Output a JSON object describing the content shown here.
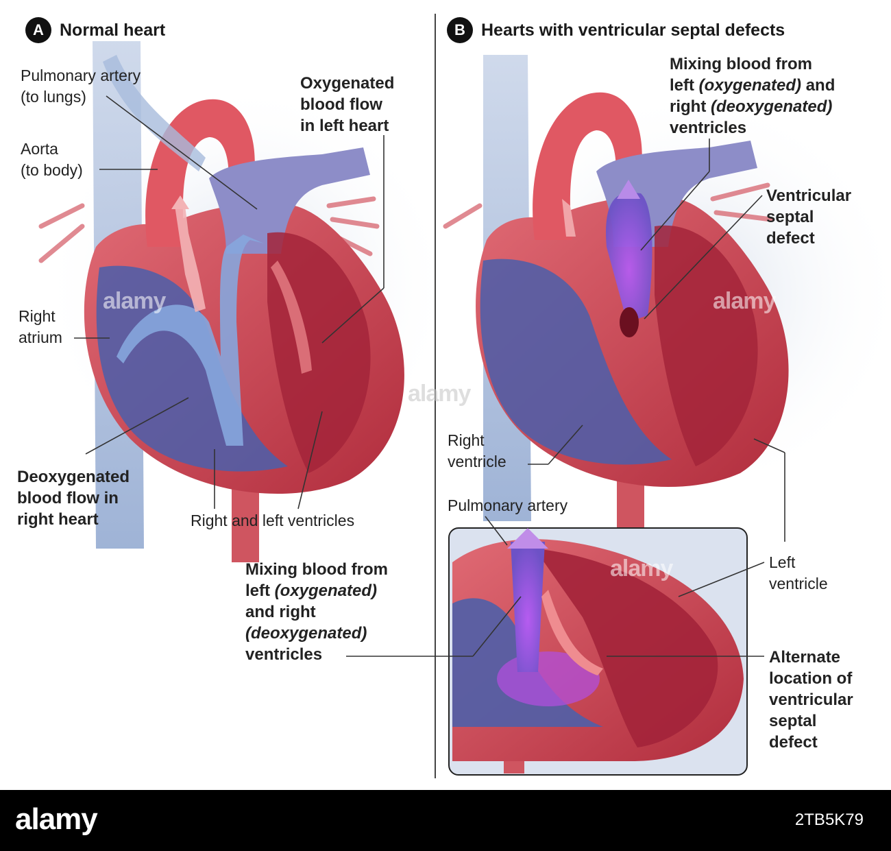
{
  "panel_a": {
    "badge": "A",
    "title": "Normal heart",
    "labels": {
      "pulmonary_artery": [
        "Pulmonary artery",
        "(to lungs)"
      ],
      "aorta": [
        "Aorta",
        "(to body)"
      ],
      "right_atrium": [
        "Right",
        "atrium"
      ],
      "oxygenated": [
        "Oxygenated",
        "blood flow",
        "in left heart"
      ],
      "deoxygenated": [
        "Deoxygenated",
        "blood flow in",
        "right heart"
      ],
      "ventricles": "Right and left ventricles"
    }
  },
  "panel_b": {
    "badge": "B",
    "title": "Hearts with ventricular septal defects",
    "labels": {
      "mixing_top": {
        "line1": "Mixing blood from",
        "line2_a": "left ",
        "line2_b": "(oxygenated)",
        "line2_c": " and",
        "line3_a": "right ",
        "line3_b": "(deoxygenated)",
        "line4": "ventricles"
      },
      "vsd": [
        "Ventricular",
        "septal",
        "defect"
      ],
      "right_ventricle": [
        "Right",
        "ventricle"
      ],
      "pulmonary_artery": "Pulmonary artery",
      "left_ventricle": [
        "Left",
        "ventricle"
      ],
      "alternate": [
        "Alternate",
        "location of",
        "ventricular",
        "septal",
        "defect"
      ]
    }
  },
  "mixing_bottom": {
    "line1": "Mixing blood from",
    "line2_a": "left ",
    "line2_b": "(oxygenated)",
    "line3": "and right",
    "line4": "(deoxygenated)",
    "line5": "ventricles"
  },
  "watermarks": [
    "alamy",
    "alamy",
    "alamy",
    "alamy"
  ],
  "footer": {
    "logo": "alamy",
    "code": "2TB5K79"
  },
  "colors": {
    "oxygenated_red": "#c8384a",
    "deoxygenated_blue": "#5a6fc0",
    "mixed_purple": "#9a55d8",
    "vessel_blue": "#9fb4d6",
    "footer_bg": "#000000"
  }
}
